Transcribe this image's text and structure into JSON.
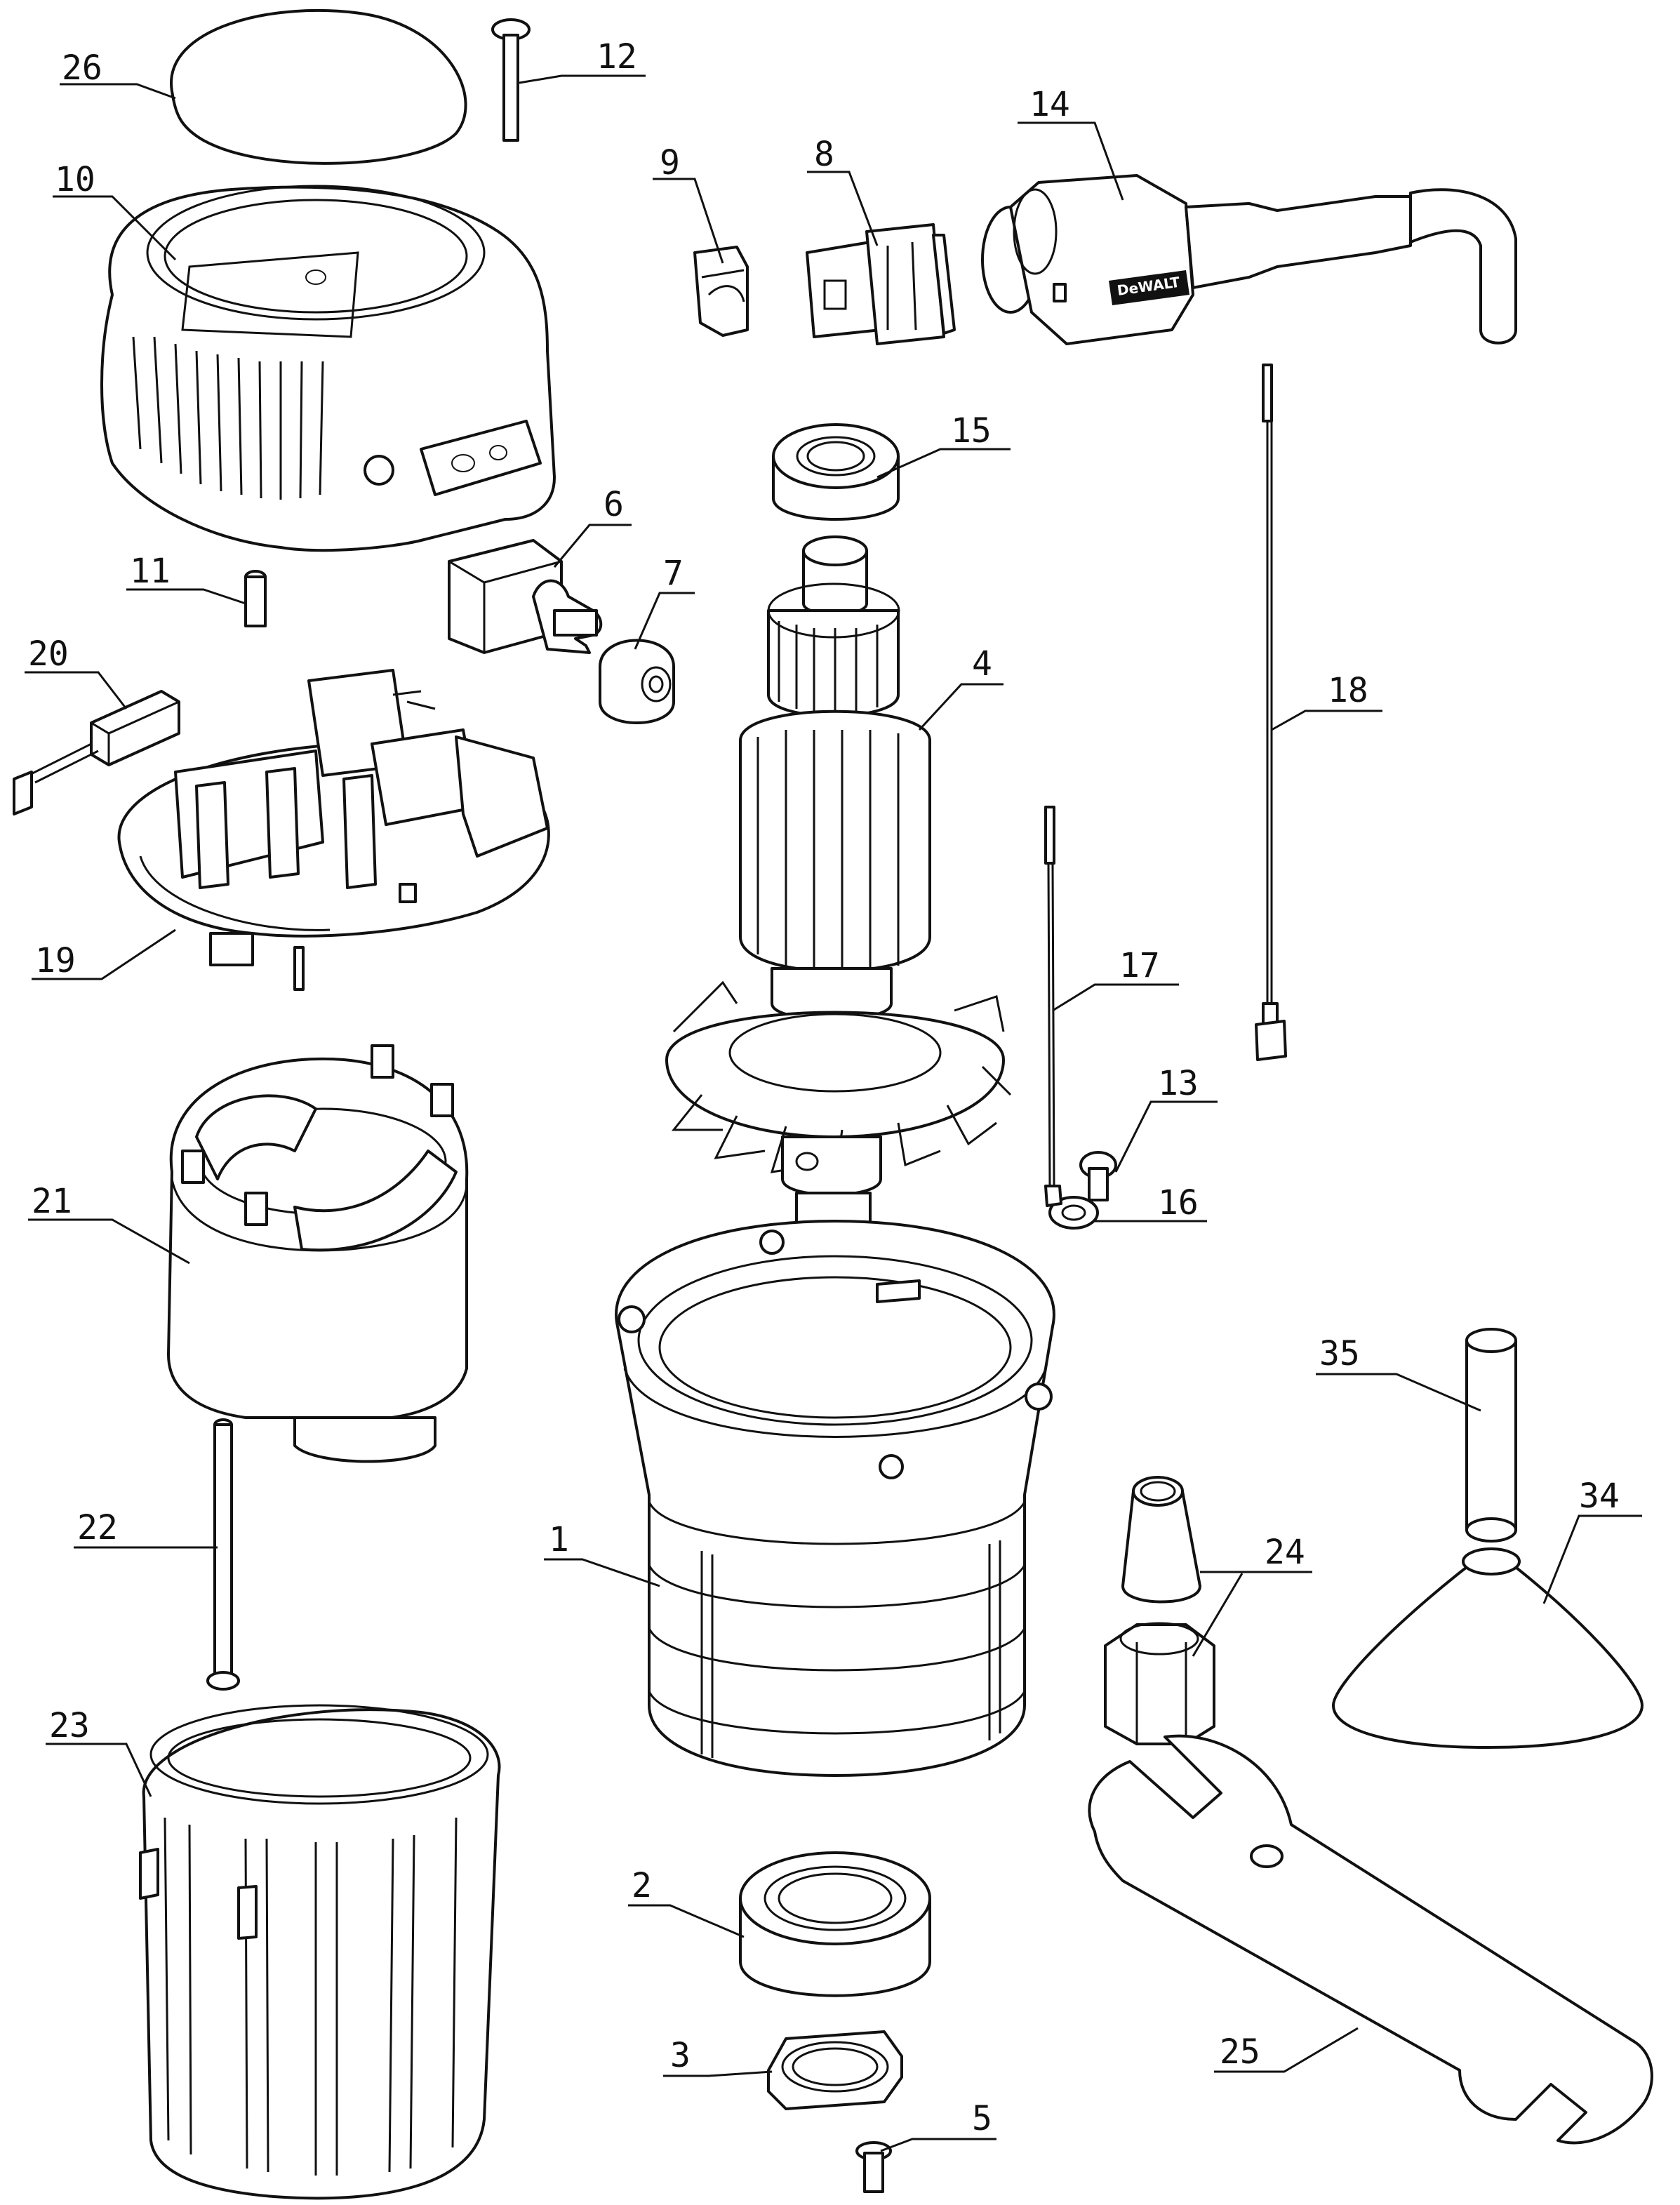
{
  "diagram": {
    "type": "exploded-parts-view",
    "callouts": [
      {
        "id": "26",
        "label": "26"
      },
      {
        "id": "12",
        "label": "12"
      },
      {
        "id": "10",
        "label": "10"
      },
      {
        "id": "9",
        "label": "9"
      },
      {
        "id": "8",
        "label": "8"
      },
      {
        "id": "14",
        "label": "14"
      },
      {
        "id": "15",
        "label": "15"
      },
      {
        "id": "11",
        "label": "11"
      },
      {
        "id": "6",
        "label": "6"
      },
      {
        "id": "7",
        "label": "7"
      },
      {
        "id": "20",
        "label": "20"
      },
      {
        "id": "4",
        "label": "4"
      },
      {
        "id": "18",
        "label": "18"
      },
      {
        "id": "19",
        "label": "19"
      },
      {
        "id": "17",
        "label": "17"
      },
      {
        "id": "13",
        "label": "13"
      },
      {
        "id": "21",
        "label": "21"
      },
      {
        "id": "16",
        "label": "16"
      },
      {
        "id": "35",
        "label": "35"
      },
      {
        "id": "22",
        "label": "22"
      },
      {
        "id": "34",
        "label": "34"
      },
      {
        "id": "1",
        "label": "1"
      },
      {
        "id": "24",
        "label": "24"
      },
      {
        "id": "23",
        "label": "23"
      },
      {
        "id": "2",
        "label": "2"
      },
      {
        "id": "25",
        "label": "25"
      },
      {
        "id": "3",
        "label": "3"
      },
      {
        "id": "5",
        "label": "5"
      }
    ],
    "cord_logo": "DeWALT"
  }
}
